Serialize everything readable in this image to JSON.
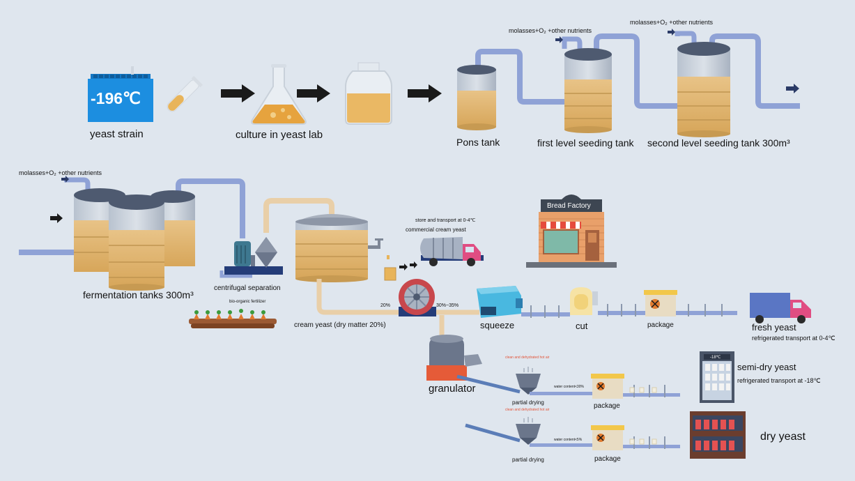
{
  "labels": {
    "temp": "-196℃",
    "yeast_strain": "yeast strain",
    "culture_lab": "culture in yeast lab",
    "pons_tank": "Pons tank",
    "first_level": "first level seeding tank",
    "second_level": "second level seeding tank 300m³",
    "nutrients": "molasses+O₂ +other nutrients",
    "fermentation": "fermentation tanks 300m³",
    "centrifugal": "centrifugal separation",
    "bio_fertilizer": "bio-organic fertilizer",
    "store_transport": "store and transport at 0-4℃",
    "commercial_cream": "commercial cream yeast",
    "bread_factory": "Bread Factory",
    "cream_yeast": "cream yeast (dry matter 20%)",
    "pct_20": "20%",
    "pct_30_35": "30%~35%",
    "squeeze": "squeeze",
    "cut": "cut",
    "package": "package",
    "fresh_yeast": "fresh yeast",
    "refrig_fresh": "refrigerated transport at 0-4℃",
    "granulator": "granulator",
    "hot_air": "clean and dehydrated hot air",
    "partial_drying": "partial drying",
    "water_30": "water content<30%",
    "water_5": "water content<5%",
    "freezer_temp": "-18℃",
    "semi_dry": "semi-dry yeast",
    "refrig_semi": "refrigerated transport at -18℃",
    "dry_yeast": "dry yeast"
  },
  "colors": {
    "background": "#dfe6ee",
    "pipe": "#8fa2d6",
    "broth": "#e0b56a",
    "tank_top": "#4e5a70",
    "arrow": "#1a1a1a",
    "blue_box": "#1c8ee0",
    "cream_pipe": "#e9cfa8"
  }
}
